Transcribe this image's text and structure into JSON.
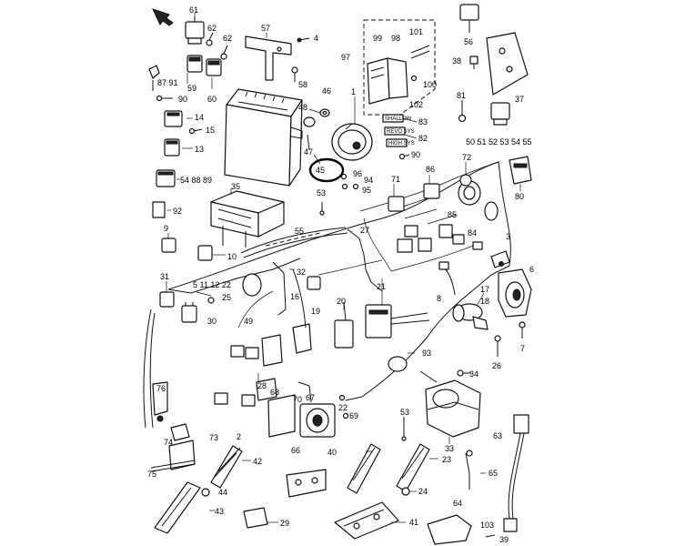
{
  "diagram": {
    "callouts": {
      "c61": "61",
      "c62": "62",
      "c57": "57",
      "c4": "4",
      "c56": "56",
      "c97": "97",
      "c99": "99",
      "c98": "98",
      "c101": "101",
      "c100": "100",
      "c102": "102",
      "c38": "38",
      "c37": "37",
      "c81": "81",
      "c50_55": "50 51 52 53 54 55",
      "c62b": "62",
      "c87_91": "87 91",
      "c90a": "90",
      "c59": "59",
      "c60": "60",
      "c58": "58",
      "c46": "46",
      "c48": "48",
      "c47": "47",
      "c1": "1",
      "c83": "83",
      "c82": "82",
      "c90b": "90",
      "c14": "14",
      "c15": "15",
      "c13": "13",
      "c54_89": "54 88 89",
      "c45": "45",
      "c96": "96",
      "c94": "94",
      "c95": "95",
      "c53a": "53",
      "c92": "92",
      "c35": "35",
      "c9": "9",
      "c10": "10",
      "c71": "71",
      "c86": "86",
      "c72": "72",
      "c80": "80",
      "c27": "27",
      "c85": "85",
      "c84": "84",
      "c3": "3",
      "c6": "6",
      "c55": "55",
      "c31": "31",
      "c5_22": "5  11 12 22",
      "c25": "25",
      "c30": "30",
      "c32": "32",
      "c16": "16",
      "c21": "21",
      "c17": "17",
      "c18": "18",
      "c20": "20",
      "c19": "19",
      "c49": "49",
      "c7": "7",
      "c26": "26",
      "c8": "8",
      "c93": "93",
      "c34": "34",
      "c76": "76",
      "c28": "28",
      "c68": "68",
      "c70": "70",
      "c67": "67",
      "c22": "22",
      "c69": "69",
      "c53b": "53",
      "c73": "73",
      "c74": "74",
      "c75": "75",
      "c2": "2",
      "c42": "42",
      "c66": "66",
      "c40": "40",
      "c23": "23",
      "c33": "33",
      "c63": "63",
      "c65": "65",
      "c44": "44",
      "c43": "43",
      "c29": "29",
      "c24": "24",
      "c41": "41",
      "c64": "64",
      "c103": "103",
      "c39": "39"
    },
    "small_labels": {
      "lbl_a": "SHALLOW",
      "lbl_b": "REVO SYS",
      "lbl_c": "HIGH SYS"
    }
  }
}
